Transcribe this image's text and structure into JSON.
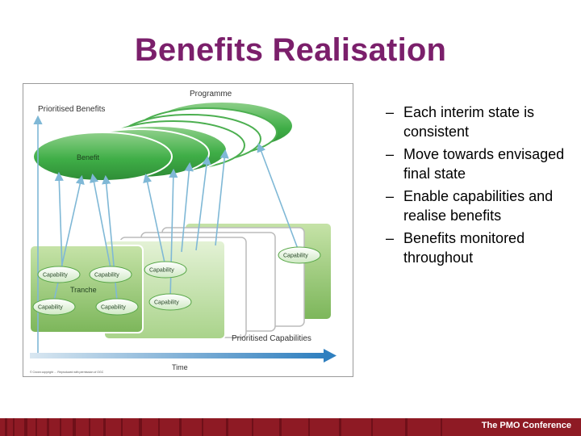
{
  "slide": {
    "title": "Benefits Realisation",
    "bullets": [
      "Each interim state is consistent",
      "Move towards envisaged final state",
      "Enable capabilities and realise benefits",
      "Benefits monitored throughout"
    ],
    "bullet_marker": "–",
    "footer_text": "The PMO Conference"
  },
  "diagram": {
    "label_programme": "Programme",
    "label_prioritised_benefits": "Prioritised Benefits",
    "label_benefit": "Benefit",
    "label_tranche": "Tranche",
    "label_capability": "Capability",
    "label_prioritised_capabilities": "Prioritised Capabilities",
    "label_time": "Time",
    "copyright": "© Crown copyright … Reproduced with permission of OGC"
  },
  "colors": {
    "title": "#7b1f6b",
    "ellipse_green": "#4caf50",
    "panel_green": "#8bc34a",
    "arrow_blue": "#7fb8d6",
    "footer": "#8e1a24"
  }
}
